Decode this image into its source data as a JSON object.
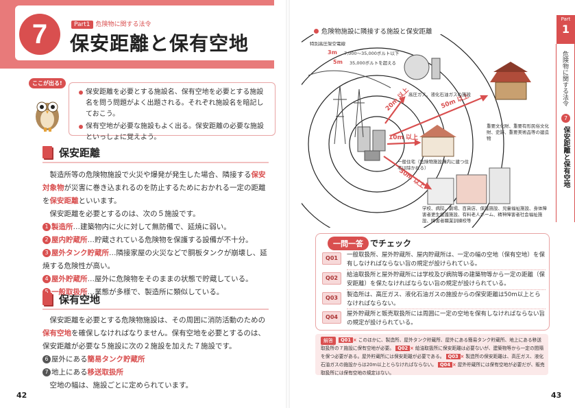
{
  "left_page": {
    "part_label": "Part1",
    "part_title": "危険物に関する法令",
    "chapter_number": "7",
    "chapter_title": "保安距離と保有空地",
    "point_bubble": "ここが出る!",
    "points": [
      "保安距離を必要とする施設名、保有空地を必要とする施設名を問う問題がよく出題される。それぞれ施設名を暗記しておこう。",
      "保有空地が必要な施設もよく出る。保安距離の必要な施設といっしょに覚えよう。"
    ],
    "section1_title": "保安距離",
    "section1_p1_a": "製造所等の危険物施設で火災や爆発が発生した場合、隣接する",
    "section1_p1_hl1": "保安対象物",
    "section1_p1_b": "が災害に巻き込まれるのを防止するためにおかれる一定の距離を",
    "section1_p1_hl2": "保安距離",
    "section1_p1_c": "といいます。",
    "section1_p2": "保安距離を必要とするのは、次の５施設です。",
    "facilities": [
      {
        "n": "1",
        "name": "製造所",
        "desc": "…建築物内に火に対して無防備で、延焼に弱い。"
      },
      {
        "n": "2",
        "name": "屋内貯蔵所",
        "desc": "…貯蔵されている危険物を保護する設備が不十分。"
      },
      {
        "n": "3",
        "name": "屋外タンク貯蔵所",
        "desc": "…隣接家屋の火災などで胴板タンクが崩壊し、延焼する危険性が高い。"
      },
      {
        "n": "4",
        "name": "屋外貯蔵所",
        "desc": "…屋外に危険物をそのままの状態で貯蔵している。"
      },
      {
        "n": "5",
        "name": "一般取扱所",
        "desc": "…業態が多様で、製造所に類似している。"
      }
    ],
    "section2_title": "保有空地",
    "section2_p1_a": "保安距離を必要とする危険物施設は、その周囲に消防活動のための",
    "section2_p1_hl": "保有空地",
    "section2_p1_b": "を確保しなければなりません。保有空地を必要とするのは、保安距離が必要な５施設に次の２施設を加えた７施設です。",
    "extra_facilities": [
      {
        "n": "6",
        "pre": "屋外にある",
        "name": "簡易タンク貯蔵所"
      },
      {
        "n": "7",
        "pre": "地上にある",
        "name": "移送取扱所"
      }
    ],
    "section2_p2": "空地の幅は、施設ごとに定められています。",
    "page_number": "42"
  },
  "right_page": {
    "figure_title": "危険物施設に隣接する施設と保安距離",
    "figure_labels": {
      "hv_line": "特別高圧架空電線",
      "d3m": "3m",
      "d3m_note": "7,000〜35,000ボルト以下",
      "d5m": "5m",
      "d5m_note": "35,000ボルトを超える",
      "gas": "高圧ガス、液化石油ガスの施設",
      "d20m": "20m 以上",
      "d50m": "50m 以上",
      "culture": "重要文化財、重要有形民俗文化財、史跡、重要美術品等の建造物",
      "d10m": "10m 以上",
      "house": "一般住宅（危険物施設構内に建つ住宅は除かれる）",
      "d30m": "30m 以上",
      "school": "学校、病院、劇場、百貨店、保護施設、児童福祉施設、身体障害者更生援護施設、有料老人ホーム、精神障害者社会福祉施設、障害者職業訓練校等"
    },
    "quiz_pill": "一問一答",
    "quiz_title": "でチェック",
    "questions": [
      {
        "id": "Q01",
        "text": "一般取扱所、屋外貯蔵所、屋内貯蔵所は、一定の幅の空地（保有空地）を保有しなければならない旨の規定が設けられている。"
      },
      {
        "id": "Q02",
        "text": "給油取扱所と屋外貯蔵所には学校及び病院等の建築物等から一定の距離（保安距離）を保たなければならない旨の規定が設けられている。"
      },
      {
        "id": "Q03",
        "text": "製造所は、高圧ガス、液化石油ガスの施設からの保安距離は50m以上とらなければならない。"
      },
      {
        "id": "Q04",
        "text": "屋外貯蔵所と販売取扱所には周囲に一定の空地を保有しなければならない旨の規定が設けられている。"
      }
    ],
    "explanation_label": "解答",
    "explanation": {
      "q1": "Q01",
      "t1": "このほかに、製造所、屋外タンク貯蔵所、屋外にある簡易タンク貯蔵所、地上にある移送取扱所の７施設に保有空地が必要。",
      "q2": "Q02",
      "t2": "給油取扱所に保安距離は必要ないが、建築物等から一定の間隔を保つ必要がある。屋外貯蔵所には保安距離が必要である。",
      "q3": "Q03",
      "t3": "製造所の保安距離は、高圧ガス、液化石油ガスの施設からは20m以上とらなければならない。",
      "q4": "Q04",
      "t4": "屋外貯蔵所には保有空地が必要だが、販売取扱所には保有空地の規定はない。",
      "mark": "×"
    },
    "side_tab": {
      "part": "Part",
      "num": "1",
      "part_title": "危険物に関する法令",
      "chapter_num": "7",
      "chapter_title": "保安距離と保有空地"
    },
    "page_number": "43"
  },
  "colors": {
    "accent": "#d94f4f",
    "accent_light": "#fbe9e9",
    "header": "#e87a7a"
  }
}
